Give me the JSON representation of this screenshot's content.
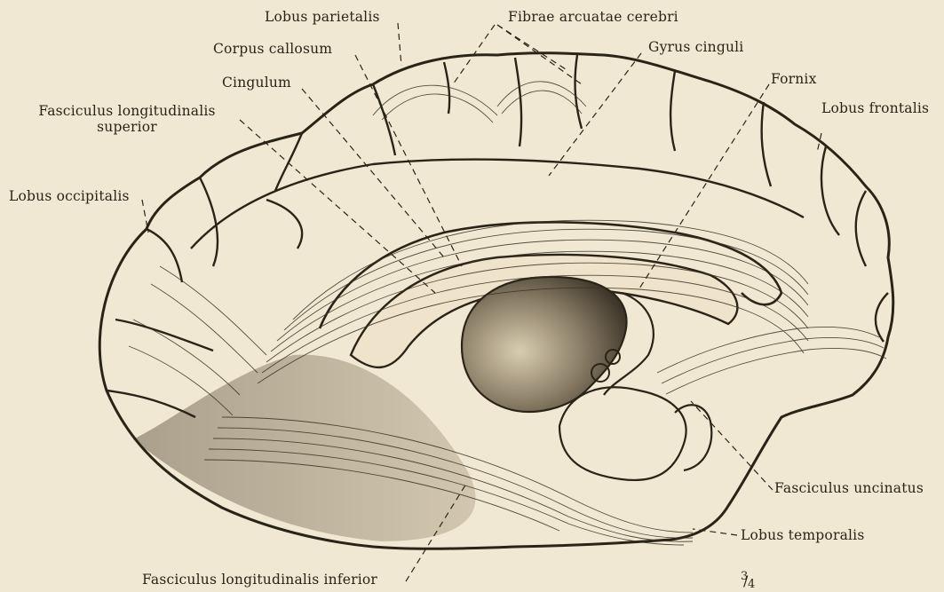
{
  "figure": {
    "labels": {
      "lobus_parietalis": "Lobus parietalis",
      "fibrae_arcuatae": "Fibrae arcuatae cerebri",
      "corpus_callosum": "Corpus callosum",
      "gyrus_cinguli": "Gyrus cinguli",
      "cingulum": "Cingulum",
      "fornix": "Fornix",
      "fasc_long_sup_line1": "Fasciculus longitudinalis",
      "fasc_long_sup_line2": "superior",
      "lobus_frontalis": "Lobus frontalis",
      "lobus_occipitalis": "Lobus occipitalis",
      "fasc_uncinatus": "Fasciculus uncinatus",
      "lobus_temporalis": "Lobus temporalis",
      "fasc_long_inf": "Fasciculus longitudinalis inferior"
    },
    "scale": {
      "numerator": "3",
      "denominator": "4"
    },
    "colors": {
      "paper": "#f1e8d3",
      "ink": "#2a2418"
    }
  }
}
